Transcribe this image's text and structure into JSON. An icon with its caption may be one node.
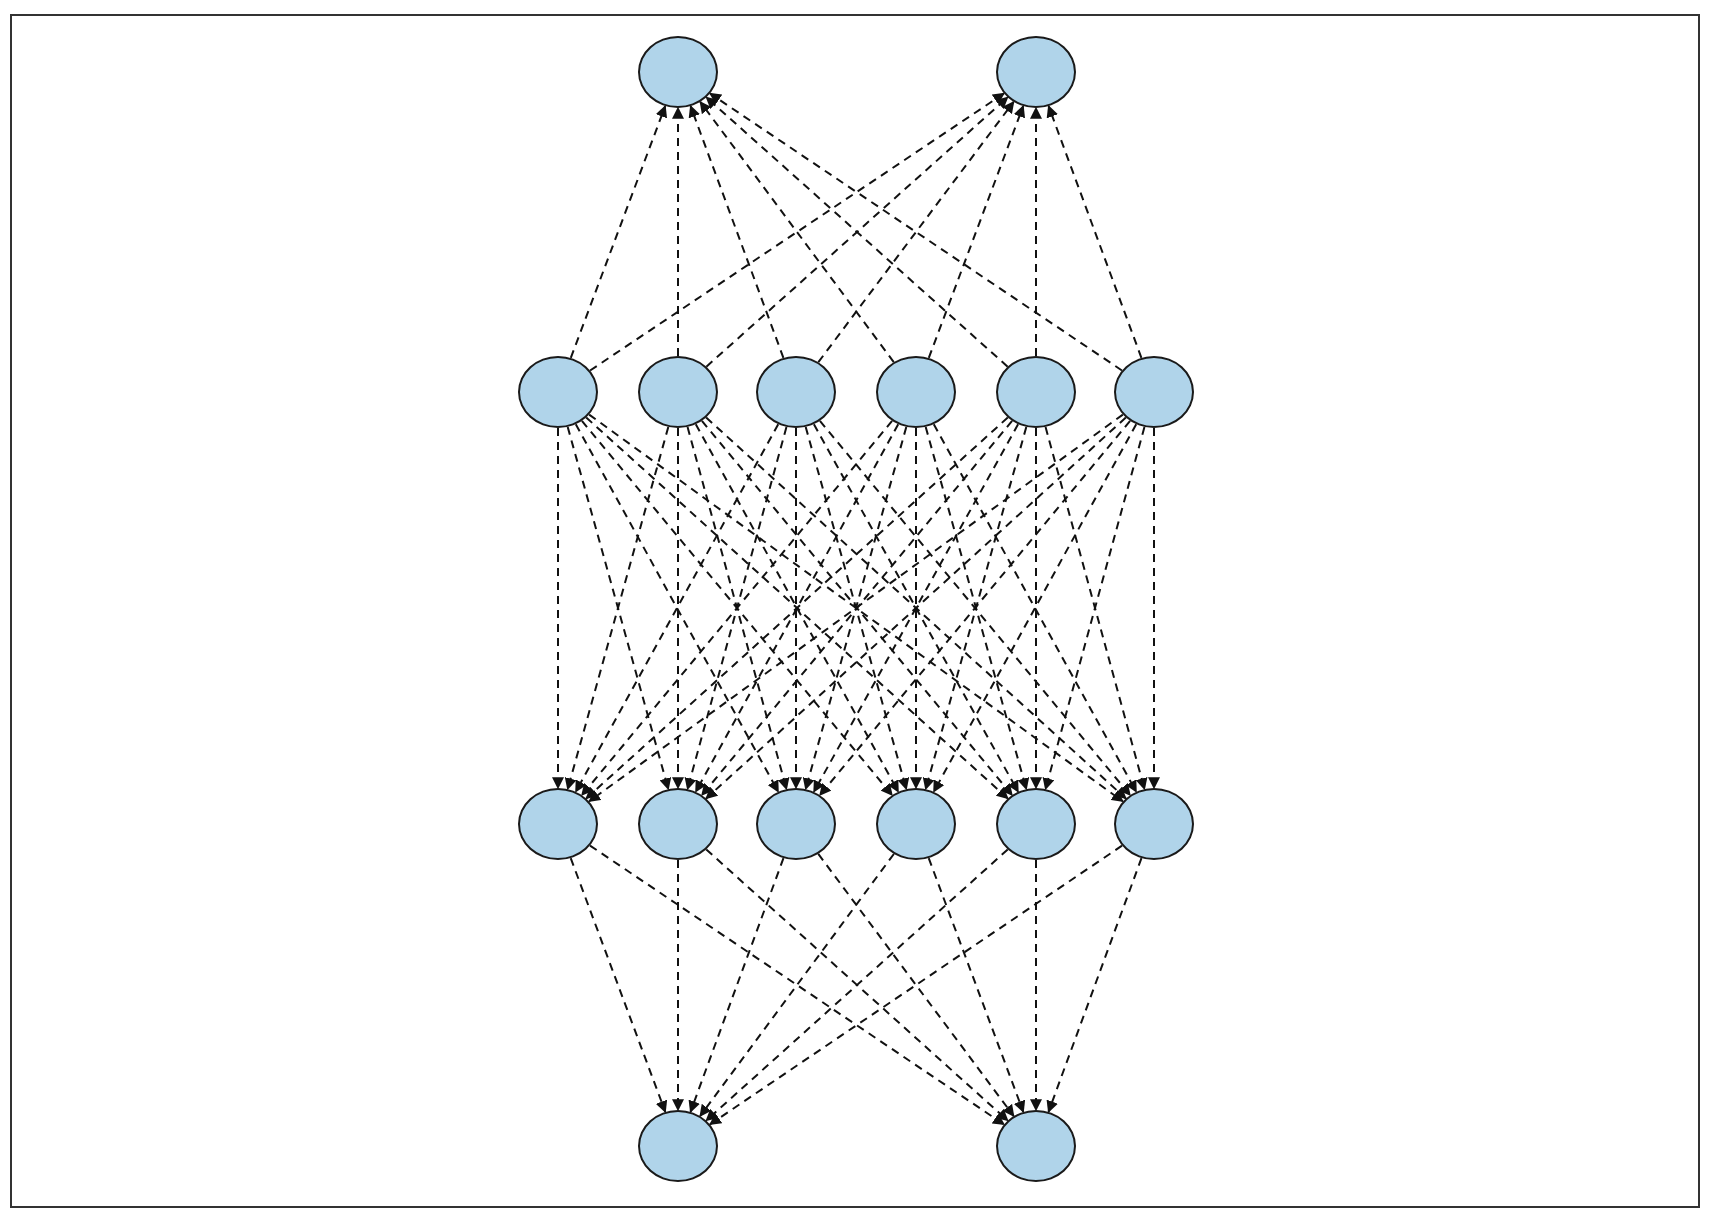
{
  "diagram": {
    "nodes": [
      {
        "text": [],
        "shape": "circle"
      },
      {
        "text": [],
        "shape": "circle"
      },
      {
        "text": [],
        "shape": "circle"
      },
      {
        "text": [],
        "shape": "circle"
      },
      {
        "text": [],
        "shape": "circle"
      },
      {
        "text": [],
        "shape": "circle"
      },
      {
        "text": [],
        "shape": "circle"
      },
      {
        "text": [],
        "shape": "circle"
      },
      {
        "text": [],
        "shape": "circle"
      },
      {
        "text": [],
        "shape": "circle"
      },
      {
        "text": [],
        "shape": "circle"
      },
      {
        "text": [],
        "shape": "circle"
      },
      {
        "text": [],
        "shape": "circle"
      },
      {
        "text": [],
        "shape": "circle"
      },
      {
        "text": [],
        "shape": "circle"
      },
      {
        "text": [],
        "shape": "circle"
      }
    ],
    "edges": [
      {
        "from": 2,
        "to": 0,
        "arrow": "to",
        "style": "dashed"
      },
      {
        "from": 2,
        "to": 1,
        "arrow": "to",
        "style": "dashed"
      },
      {
        "from": 3,
        "to": 0,
        "arrow": "to",
        "style": "dashed"
      },
      {
        "from": 3,
        "to": 1,
        "arrow": "to",
        "style": "dashed"
      },
      {
        "from": 4,
        "to": 0,
        "arrow": "to",
        "style": "dashed"
      },
      {
        "from": 4,
        "to": 1,
        "arrow": "to",
        "style": "dashed"
      },
      {
        "from": 5,
        "to": 0,
        "arrow": "to",
        "style": "dashed"
      },
      {
        "from": 5,
        "to": 1,
        "arrow": "to",
        "style": "dashed"
      },
      {
        "from": 6,
        "to": 0,
        "arrow": "to",
        "style": "dashed"
      },
      {
        "from": 6,
        "to": 1,
        "arrow": "to",
        "style": "dashed"
      },
      {
        "from": 7,
        "to": 0,
        "arrow": "to",
        "style": "dashed"
      },
      {
        "from": 7,
        "to": 1,
        "arrow": "to",
        "style": "dashed"
      },
      {
        "from": 2,
        "to": 8,
        "arrow": "to",
        "style": "dashed"
      },
      {
        "from": 2,
        "to": 9,
        "arrow": "to",
        "style": "dashed"
      },
      {
        "from": 2,
        "to": 10,
        "arrow": "to",
        "style": "dashed"
      },
      {
        "from": 2,
        "to": 11,
        "arrow": "to",
        "style": "dashed"
      },
      {
        "from": 2,
        "to": 12,
        "arrow": "to",
        "style": "dashed"
      },
      {
        "from": 2,
        "to": 13,
        "arrow": "to",
        "style": "dashed"
      },
      {
        "from": 3,
        "to": 8,
        "arrow": "to",
        "style": "dashed"
      },
      {
        "from": 3,
        "to": 9,
        "arrow": "to",
        "style": "dashed"
      },
      {
        "from": 3,
        "to": 10,
        "arrow": "to",
        "style": "dashed"
      },
      {
        "from": 3,
        "to": 11,
        "arrow": "to",
        "style": "dashed"
      },
      {
        "from": 3,
        "to": 12,
        "arrow": "to",
        "style": "dashed"
      },
      {
        "from": 3,
        "to": 13,
        "arrow": "to",
        "style": "dashed"
      },
      {
        "from": 4,
        "to": 8,
        "arrow": "to",
        "style": "dashed"
      },
      {
        "from": 4,
        "to": 9,
        "arrow": "to",
        "style": "dashed"
      },
      {
        "from": 4,
        "to": 10,
        "arrow": "to",
        "style": "dashed"
      },
      {
        "from": 4,
        "to": 11,
        "arrow": "to",
        "style": "dashed"
      },
      {
        "from": 4,
        "to": 12,
        "arrow": "to",
        "style": "dashed"
      },
      {
        "from": 4,
        "to": 13,
        "arrow": "to",
        "style": "dashed"
      },
      {
        "from": 5,
        "to": 8,
        "arrow": "to",
        "style": "dashed"
      },
      {
        "from": 5,
        "to": 9,
        "arrow": "to",
        "style": "dashed"
      },
      {
        "from": 5,
        "to": 10,
        "arrow": "to",
        "style": "dashed"
      },
      {
        "from": 5,
        "to": 11,
        "arrow": "to",
        "style": "dashed"
      },
      {
        "from": 5,
        "to": 12,
        "arrow": "to",
        "style": "dashed"
      },
      {
        "from": 5,
        "to": 13,
        "arrow": "to",
        "style": "dashed"
      },
      {
        "from": 6,
        "to": 8,
        "arrow": "to",
        "style": "dashed"
      },
      {
        "from": 6,
        "to": 9,
        "arrow": "to",
        "style": "dashed"
      },
      {
        "from": 6,
        "to": 10,
        "arrow": "to",
        "style": "dashed"
      },
      {
        "from": 6,
        "to": 11,
        "arrow": "to",
        "style": "dashed"
      },
      {
        "from": 6,
        "to": 12,
        "arrow": "to",
        "style": "dashed"
      },
      {
        "from": 6,
        "to": 13,
        "arrow": "to",
        "style": "dashed"
      },
      {
        "from": 7,
        "to": 8,
        "arrow": "to",
        "style": "dashed"
      },
      {
        "from": 7,
        "to": 9,
        "arrow": "to",
        "style": "dashed"
      },
      {
        "from": 7,
        "to": 10,
        "arrow": "to",
        "style": "dashed"
      },
      {
        "from": 7,
        "to": 11,
        "arrow": "to",
        "style": "dashed"
      },
      {
        "from": 7,
        "to": 12,
        "arrow": "to",
        "style": "dashed"
      },
      {
        "from": 7,
        "to": 13,
        "arrow": "to",
        "style": "dashed"
      },
      {
        "from": 8,
        "to": 14,
        "arrow": "to",
        "style": "dashed"
      },
      {
        "from": 8,
        "to": 15,
        "arrow": "to",
        "style": "dashed"
      },
      {
        "from": 9,
        "to": 14,
        "arrow": "to",
        "style": "dashed"
      },
      {
        "from": 9,
        "to": 15,
        "arrow": "to",
        "style": "dashed"
      },
      {
        "from": 10,
        "to": 14,
        "arrow": "to",
        "style": "dashed"
      },
      {
        "from": 10,
        "to": 15,
        "arrow": "to",
        "style": "dashed"
      },
      {
        "from": 11,
        "to": 14,
        "arrow": "to",
        "style": "dashed"
      },
      {
        "from": 11,
        "to": 15,
        "arrow": "to",
        "style": "dashed"
      },
      {
        "from": 12,
        "to": 14,
        "arrow": "to",
        "style": "dashed"
      },
      {
        "from": 12,
        "to": 15,
        "arrow": "to",
        "style": "dashed"
      },
      {
        "from": 13,
        "to": 14,
        "arrow": "to",
        "style": "dashed"
      },
      {
        "from": 13,
        "to": 15,
        "arrow": "to",
        "style": "dashed"
      }
    ]
  }
}
